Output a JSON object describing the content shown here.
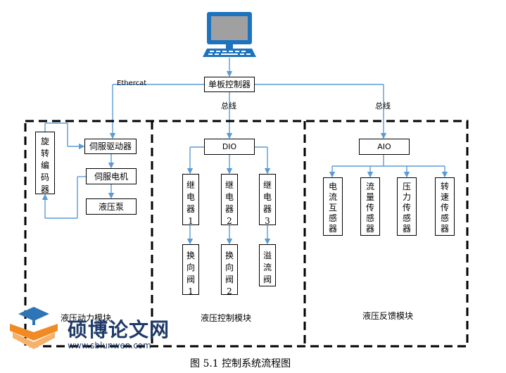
{
  "computer": {
    "icon": "desktop-computer-icon",
    "screen_color": "#a0a0a0",
    "accent": "#1e73be"
  },
  "board_controller": "单板控制器",
  "bus_labels": {
    "left": "Ethercat",
    "middle": "总线",
    "right": "总线"
  },
  "power_module": {
    "encoder_chars": [
      "旋",
      "转",
      "编",
      "码",
      "器"
    ],
    "servo_driver": "伺服驱动器",
    "servo_motor": "伺服电机",
    "pump": "液压泵",
    "title": "液压动力模块"
  },
  "control_module": {
    "dio": "DIO",
    "relays": [
      [
        "继",
        "电",
        "器",
        "1"
      ],
      [
        "继",
        "电",
        "器",
        "2"
      ],
      [
        "继",
        "电",
        "器",
        "3"
      ]
    ],
    "valves": [
      [
        "换",
        "向",
        "阀",
        "1"
      ],
      [
        "换",
        "向",
        "阀",
        "2"
      ],
      [
        "溢",
        "流",
        "阀"
      ]
    ],
    "title": "液压控制模块"
  },
  "feedback_module": {
    "aio": "AIO",
    "sensors": [
      [
        "电",
        "流",
        "互",
        "感",
        "器"
      ],
      [
        "流",
        "量",
        "传",
        "感",
        "器"
      ],
      [
        "压",
        "力",
        "传",
        "感",
        "器"
      ],
      [
        "转",
        "速",
        "传",
        "感",
        "器"
      ]
    ],
    "title": "液压反馈模块"
  },
  "caption": "图 5.1 控制系统流程图",
  "watermark": {
    "logo": "graduation-cap-logo",
    "name": "硕博论文网",
    "url": "www.sblunwen.com"
  },
  "colors": {
    "line": "#5b9bd5",
    "box_border": "#000000"
  }
}
